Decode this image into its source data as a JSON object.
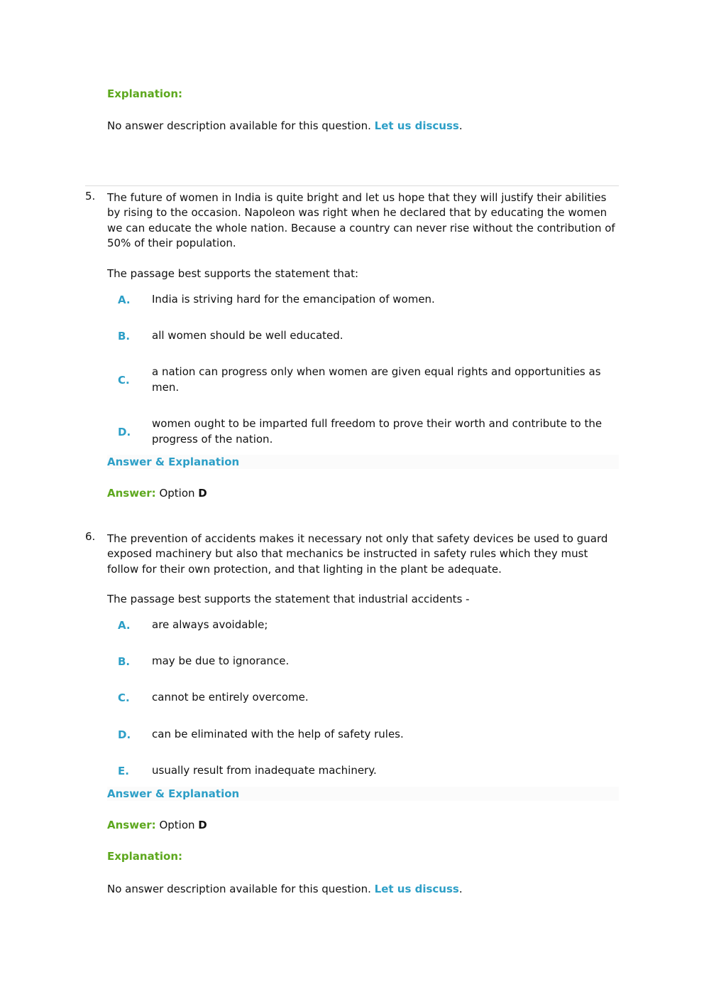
{
  "top_block": {
    "explanation_label": "Explanation:",
    "explanation_text": "No answer description available for this question.",
    "discuss_link": "Let us discuss",
    "discuss_suffix": "."
  },
  "questions": [
    {
      "number": "5.",
      "passage": "The future of women in India is quite bright and let us hope that they will justify their abilities by rising to the occasion. Napoleon was right when he declared that by educating the women we can educate the whole nation. Because a country can never rise without the contribution of 50% of their population.",
      "prompt": "The passage best supports the statement that:",
      "options": [
        {
          "letter": "A.",
          "text": "India is striving hard for the emancipation of women."
        },
        {
          "letter": "B.",
          "text": "all women should be well educated."
        },
        {
          "letter": "C.",
          "text": "a nation can progress only when women are given equal rights and opportunities as men."
        },
        {
          "letter": "D.",
          "text": "women ought to be imparted full freedom to prove their worth and contribute to the progress of the nation."
        }
      ],
      "answer_toggle": "Answer & Explanation",
      "answer_label": "Answer:",
      "answer_prefix": "Option",
      "answer_value": "D"
    },
    {
      "number": "6.",
      "passage": "The prevention of accidents makes it necessary not only that safety devices be used to guard exposed machinery but also that mechanics be instructed in safety rules which they must follow for their own protection, and that lighting in the plant be adequate.",
      "prompt": "The passage best supports the statement that industrial accidents -",
      "options": [
        {
          "letter": "A.",
          "text": "are always avoidable;"
        },
        {
          "letter": "B.",
          "text": "may be due to ignorance."
        },
        {
          "letter": "C.",
          "text": "cannot be entirely overcome."
        },
        {
          "letter": "D.",
          "text": "can be eliminated with the help of safety rules."
        },
        {
          "letter": "E.",
          "text": "usually result from inadequate machinery."
        }
      ],
      "answer_toggle": "Answer & Explanation",
      "answer_label": "Answer:",
      "answer_prefix": "Option",
      "answer_value": "D",
      "explanation_label": "Explanation:",
      "explanation_text": "No answer description available for this question.",
      "discuss_link": "Let us discuss",
      "discuss_suffix": "."
    }
  ],
  "colors": {
    "green_label": "#5da81e",
    "blue_link": "#2d9fc7",
    "text": "#111111",
    "divider": "#dcdcdc",
    "answer_bar_bg": "#fbfbfb"
  }
}
